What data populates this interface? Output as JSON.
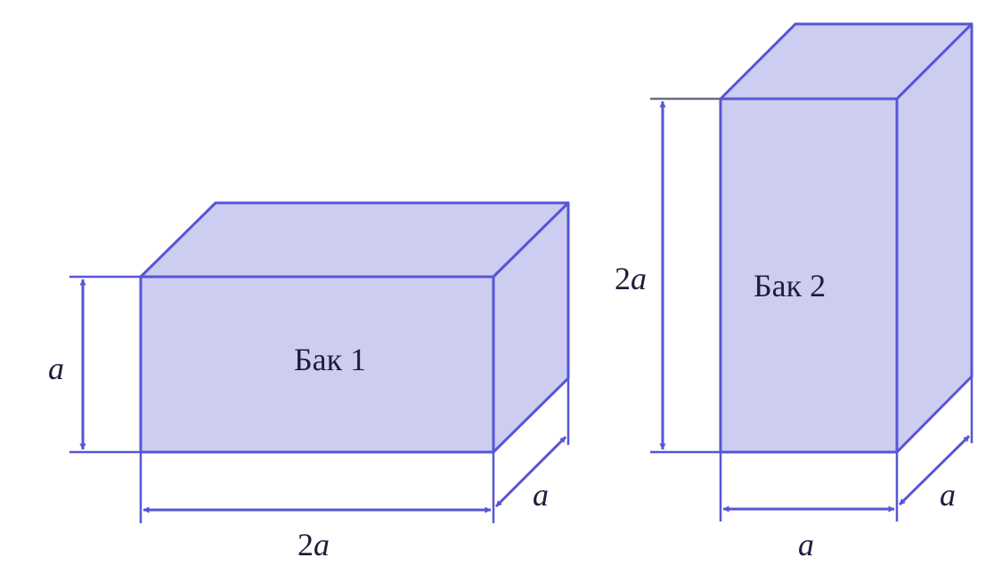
{
  "colors": {
    "face_fill": "#cdcdf1",
    "edge": "#5656d6",
    "text": "#1e1e3c"
  },
  "tank1": {
    "title": "Бак 1",
    "height_label": "a",
    "length_label": {
      "number": "2",
      "var": "a"
    },
    "depth_label": "a"
  },
  "tank2": {
    "title": "Бак 2",
    "height_label": {
      "number": "2",
      "var": "a"
    },
    "width_label": "a",
    "depth_label": "a"
  }
}
